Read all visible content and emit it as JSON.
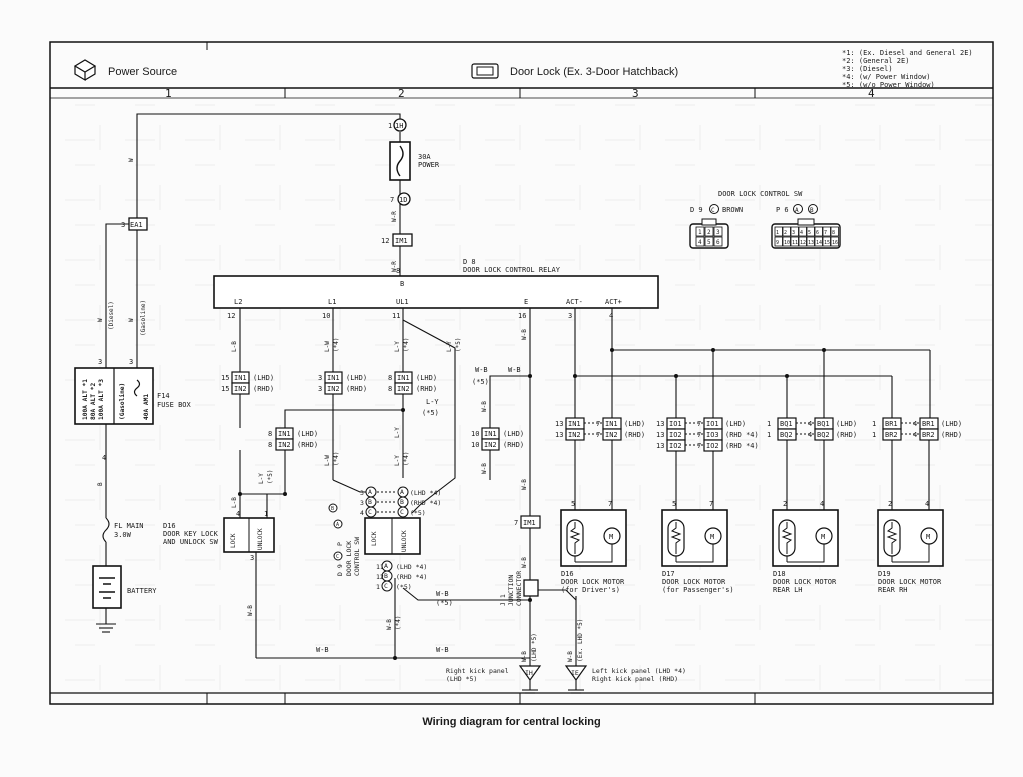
{
  "header": {
    "left_title": "Power Source",
    "right_title": "Door Lock (Ex. 3-Door Hatchback)",
    "notes": [
      "*1:  (Ex. Diesel and General 2E)",
      "*2:  (General 2E)",
      "*3:  (Diesel)",
      "*4:  (w/ Power Window)",
      "*5:  (w/o Power Window)"
    ],
    "columns": [
      "1",
      "2",
      "3",
      "4"
    ]
  },
  "power": {
    "pin_1h": "1H",
    "pin_1d": "1D",
    "pin_im1": "IM1",
    "pin_ea1": "EA1",
    "num_1": "1",
    "num_7": "7",
    "num_12": "12",
    "num_3": "3",
    "num_3b": "3",
    "num_4": "4",
    "fuse_30a": "30A",
    "fuse_30a_name": "POWER",
    "wire_w": "W",
    "wire_wr": "W-R",
    "diesel": "(Diesel)",
    "gasoline": "(Gasoline)",
    "fusebox_lines": [
      "100A ALT *1",
      "80A ALT *2",
      "100A ALT *3"
    ],
    "fusebox_am1": "40A AM1",
    "fusebox_am1_note": "(Gasoline)",
    "fusebox_code": "F14",
    "fusebox_name": "FUSE BOX",
    "fl_main": "FL MAIN",
    "fl_main_size": "3.0W",
    "battery": "BATTERY",
    "wire_b": "B"
  },
  "relay": {
    "code": "D 8",
    "name": "DOOR LOCK CONTROL RELAY",
    "b": "B",
    "b_pin": "8",
    "terms": [
      "L2",
      "L1",
      "UL1",
      "E",
      "ACT-",
      "ACT+"
    ],
    "pins": [
      "12",
      "10",
      "11",
      "16",
      "3",
      "4"
    ]
  },
  "connectors": {
    "in1": "IN1",
    "in2": "IN2",
    "lhd": "(LHD)",
    "rhd": "(RHD)",
    "p15": "15",
    "p3": "3",
    "p8": "8",
    "p10": "10",
    "note_lhd4": "(LHD *4)",
    "note_rhd4": "(RHD *4)",
    "note5": "(*5)",
    "note4": "(*4)",
    "wire_lb": "L-B",
    "wire_lw": "L-W",
    "wire_ly": "L-Y",
    "wire_wb": "W-B",
    "im1": "IM1",
    "p7": "7"
  },
  "switches": {
    "d16_code": "D16",
    "d16_name": "DOOR KEY LOCK",
    "d16_name2": "AND UNLOCK SW",
    "lock": "LOCK",
    "unlock": "UNLOCK",
    "d9": "D 9",
    "d9_c": "C",
    "d9_p": "P",
    "d9_a": "A",
    "d9_b": "B",
    "dlcs_name": "DOOR LOCK",
    "dlcs_name2": "CONTROL SW",
    "jc_code": "J 1",
    "jc_name": "JUNCTION",
    "jc_name2": "CONNECTOR"
  },
  "door_lock_sw": {
    "title": "DOOR LOCK CONTROL SW",
    "d9": "D 9",
    "d9_c": "C",
    "d9_color": "BROWN",
    "p6": "P 6",
    "pa": "A",
    "pb": "B",
    "d9_pins": [
      "1",
      "2",
      "3",
      "4",
      "5",
      "6"
    ],
    "p6_pins": [
      "1",
      "2",
      "3",
      "4",
      "5",
      "6",
      "7",
      "8",
      "9",
      "10",
      "11",
      "12",
      "13",
      "14",
      "15",
      "16"
    ]
  },
  "motors": [
    {
      "code": "D16",
      "name": "DOOR LOCK MOTOR",
      "sub": "(for Driver's)",
      "t1": "IN1",
      "t2": "IN2",
      "p1": "5",
      "p2": "7"
    },
    {
      "code": "D17",
      "name": "DOOR LOCK MOTOR",
      "sub": "(for Passenger's)",
      "t1": "IO1",
      "t2": "IO3",
      "t3": "IO2",
      "p1": "5",
      "p2": "7"
    },
    {
      "code": "D18",
      "name": "DOOR LOCK MOTOR",
      "sub": "REAR LH",
      "t1": "BQ1",
      "t2": "BQ2",
      "p1": "2",
      "p2": "4"
    },
    {
      "code": "D19",
      "name": "DOOR LOCK MOTOR",
      "sub": "REAR RH",
      "t1": "BR1",
      "t2": "BR2",
      "p1": "2",
      "p2": "4"
    }
  ],
  "grounds": {
    "ih": "IH",
    "ie": "IE",
    "right_kick": "Right kick panel",
    "right_kick_note": "(LHD *5)",
    "left_kick": "Left kick panel (LHD *4)",
    "left_kick2": "Right kick panel (RHD)",
    "note_lhd5": "(LHD *5)",
    "note_ex_lhd5": "(Ex. LHD *5)"
  },
  "caption": "Wiring diagram for central locking"
}
